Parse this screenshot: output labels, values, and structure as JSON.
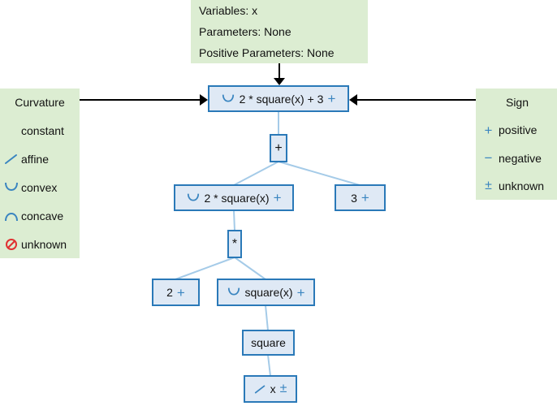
{
  "header_box": {
    "lines": [
      "Variables: x",
      "Parameters: None",
      "Positive Parameters: None"
    ]
  },
  "curvature_legend": {
    "title": "Curvature",
    "items": [
      {
        "icon": "none",
        "label": "constant"
      },
      {
        "icon": "affine",
        "label": "affine"
      },
      {
        "icon": "convex",
        "label": "convex"
      },
      {
        "icon": "concave",
        "label": "concave"
      },
      {
        "icon": "unknown-curvature",
        "label": "unknown"
      }
    ]
  },
  "sign_legend": {
    "title": "Sign",
    "items": [
      {
        "glyph": "+",
        "label": "positive"
      },
      {
        "glyph": "−",
        "label": "negative"
      },
      {
        "glyph": "±",
        "label": "unknown"
      }
    ]
  },
  "tree": {
    "nodes": {
      "root": {
        "curvature": "convex",
        "label": "2 * square(x) + 3",
        "sign": "+"
      },
      "add_op": {
        "label": "+"
      },
      "scaled_square": {
        "curvature": "convex",
        "label": "2 * square(x)",
        "sign": "+"
      },
      "constant_3": {
        "label": "3",
        "sign": "+"
      },
      "mul_op": {
        "label": "*"
      },
      "constant_2": {
        "label": "2",
        "sign": "+"
      },
      "square_expr": {
        "curvature": "convex",
        "label": "square(x)",
        "sign": "+"
      },
      "square_op": {
        "label": "square"
      },
      "variable_x": {
        "curvature": "affine",
        "label": "x",
        "sign": "±"
      }
    }
  },
  "colors": {
    "legend_background": "#dcedd2",
    "node_fill": "#dfe9f5",
    "node_border": "#2a79b8",
    "edge_line": "#a5cbe8",
    "icon_blue": "#3a85c0",
    "icon_red": "#e03131",
    "arrow": "#000000"
  }
}
